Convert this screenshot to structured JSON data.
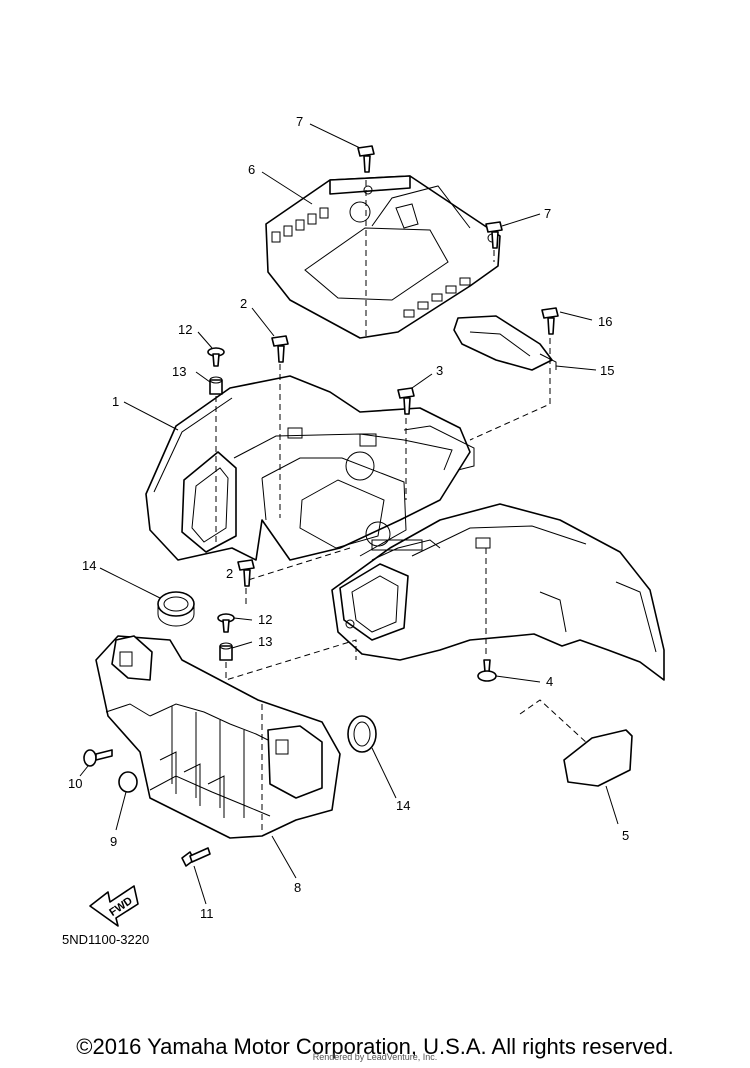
{
  "diagram_code": "5ND1100-3220",
  "fwd_label": "FWD",
  "callouts": {
    "c1": "1",
    "c2a": "2",
    "c2b": "2",
    "c3": "3",
    "c4": "4",
    "c5": "5",
    "c6": "6",
    "c7a": "7",
    "c7b": "7",
    "c8": "8",
    "c9": "9",
    "c10": "10",
    "c11": "11",
    "c12a": "12",
    "c12b": "12",
    "c13a": "13",
    "c13b": "13",
    "c14a": "14",
    "c14b": "14",
    "c15": "15",
    "c16": "16"
  },
  "copyright": "©2016 Yamaha Motor Corporation, U.S.A. All rights reserved.",
  "watermark": "Rendered by LeadVenture, Inc."
}
